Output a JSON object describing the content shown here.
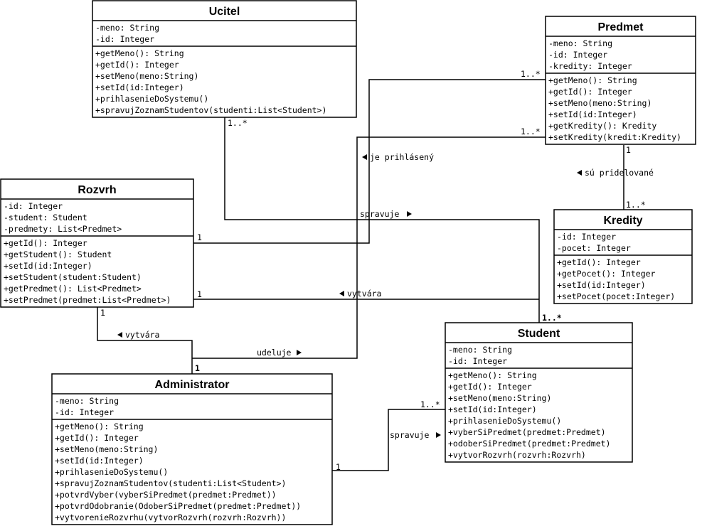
{
  "classes": [
    {
      "key": "ucitel",
      "name": "Ucitel",
      "attributes": [
        "-meno: String",
        "-id: Integer"
      ],
      "methods": [
        "+getMeno(): String",
        "+getId(): Integer",
        "+setMeno(meno:String)",
        "+setId(id:Integer)",
        "+prihlasenieDoSystemu()",
        "+spravujZoznamStudentov(studenti:List<Student>)"
      ]
    },
    {
      "key": "predmet",
      "name": "Predmet",
      "attributes": [
        "-meno: String",
        "-id: Integer",
        "-kredity: Integer"
      ],
      "methods": [
        "+getMeno(): String",
        "+getId(): Integer",
        "+setMeno(meno:String)",
        "+setId(id:Integer)",
        "+getKredity(): Kredity",
        "+setKredity(kredit:Kredity)"
      ]
    },
    {
      "key": "rozvrh",
      "name": "Rozvrh",
      "attributes": [
        "-id: Integer",
        "-student: Student",
        "-predmety: List<Predmet>"
      ],
      "methods": [
        "+getId(): Integer",
        "+getStudent(): Student",
        "+setId(id:Integer)",
        "+setStudent(student:Student)",
        "+getPredmet(): List<Predmet>",
        "+setPredmet(predmet:List<Predmet>)"
      ]
    },
    {
      "key": "kredity",
      "name": "Kredity",
      "attributes": [
        "-id: Integer",
        "-pocet: Integer"
      ],
      "methods": [
        "+getId(): Integer",
        "+getPocet(): Integer",
        "+setId(id:Integer)",
        "+setPocet(pocet:Integer)"
      ]
    },
    {
      "key": "student",
      "name": "Student",
      "attributes": [
        "-meno: String",
        "-id: Integer"
      ],
      "methods": [
        "+getMeno(): String",
        "+getId(): Integer",
        "+setMeno(meno:String)",
        "+setId(id:Integer)",
        "+prihlasenieDoSystemu()",
        "+vyberSiPredmet(predmet:Predmet)",
        "+odoberSiPredmet(predmet:Predmet)",
        "+vytvorRozvrh(rozvrh:Rozvrh)"
      ]
    },
    {
      "key": "administrator",
      "name": "Administrator",
      "attributes": [
        "-meno: String",
        "-id: Integer"
      ],
      "methods": [
        "+getMeno(): String",
        "+getId(): Integer",
        "+setMeno(meno:String)",
        "+setId(id:Integer)",
        "+prihlasenieDoSystemu()",
        "+spravujZoznamStudentov(studenti:List<Student>)",
        "+potvrdVyber(vyberSiPredmet(predmet:Predmet))",
        "+potvrdOdobranie(OdoberSiPredmet(predmet:Predmet))",
        "+vytvorenieRozvrhu(vytvorRozvrh(rozvrh:Rozvrh))"
      ]
    }
  ],
  "relation_labels": [
    {
      "key": "je-prihlaseny",
      "text": "je prihlásený",
      "arrow": "left"
    },
    {
      "key": "su-pridelovane",
      "text": "sú pridelované",
      "arrow": "left"
    },
    {
      "key": "spravuje-ucitel",
      "text": "spravuje",
      "arrow": "right"
    },
    {
      "key": "vytvara-student",
      "text": "vytvára",
      "arrow": "left"
    },
    {
      "key": "vytvara-admin",
      "text": "vytvára",
      "arrow": "left"
    },
    {
      "key": "udeluje",
      "text": "udeluje",
      "arrow": "right"
    },
    {
      "key": "spravuje-admin",
      "text": "spravuje",
      "arrow": "right"
    }
  ],
  "multiplicities": [
    {
      "key": "m-predmet-top",
      "text": "1..*"
    },
    {
      "key": "m-predmet-mid",
      "text": "1..*"
    },
    {
      "key": "m-ucitel",
      "text": "1..*"
    },
    {
      "key": "m-predmet-bottom",
      "text": "1"
    },
    {
      "key": "m-kredity",
      "text": "1..*"
    },
    {
      "key": "m-rozvrh-1",
      "text": "1"
    },
    {
      "key": "m-rozvrh-2",
      "text": "1"
    },
    {
      "key": "m-rozvrh-bottom",
      "text": "1"
    },
    {
      "key": "m-student-top",
      "text": "1..*"
    },
    {
      "key": "m-admin-top",
      "text": "1"
    },
    {
      "key": "m-student-left",
      "text": "1..*"
    },
    {
      "key": "m-admin-right",
      "text": "1"
    }
  ]
}
